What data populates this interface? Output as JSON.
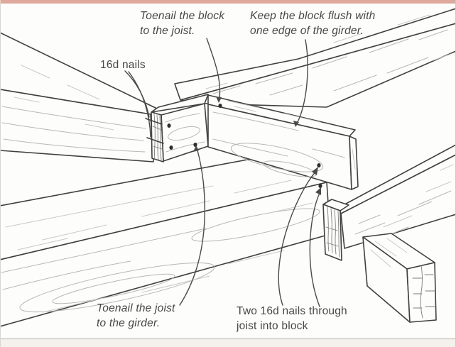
{
  "figure": {
    "kind": "construction-framing-illustration",
    "subject": "Toenailing joists and blocks to girders with 16d nails"
  },
  "labels": {
    "toenail_block": {
      "line1": "Toenail the block",
      "line2": "to the joist.",
      "emphasis": "italic"
    },
    "keep_block": {
      "line1": "Keep the block flush with",
      "line2": "one edge of the girder.",
      "emphasis": "italic"
    },
    "nails_16d": {
      "line1": "16d nails",
      "emphasis": "regular"
    },
    "toenail_joist": {
      "line1": "Toenail the joist",
      "line2": "to the girder.",
      "emphasis": "italic"
    },
    "two_16d": {
      "line1": "Two 16d nails through",
      "line2": "joist into block",
      "emphasis": "regular"
    }
  },
  "style": {
    "top_bar_color": "#dfa89c",
    "line_color": "#404040",
    "grain_color": "#b8b8b8",
    "text_color": "#464646",
    "background": "#fdfdfb",
    "frame_line": "#b8b4ae"
  }
}
